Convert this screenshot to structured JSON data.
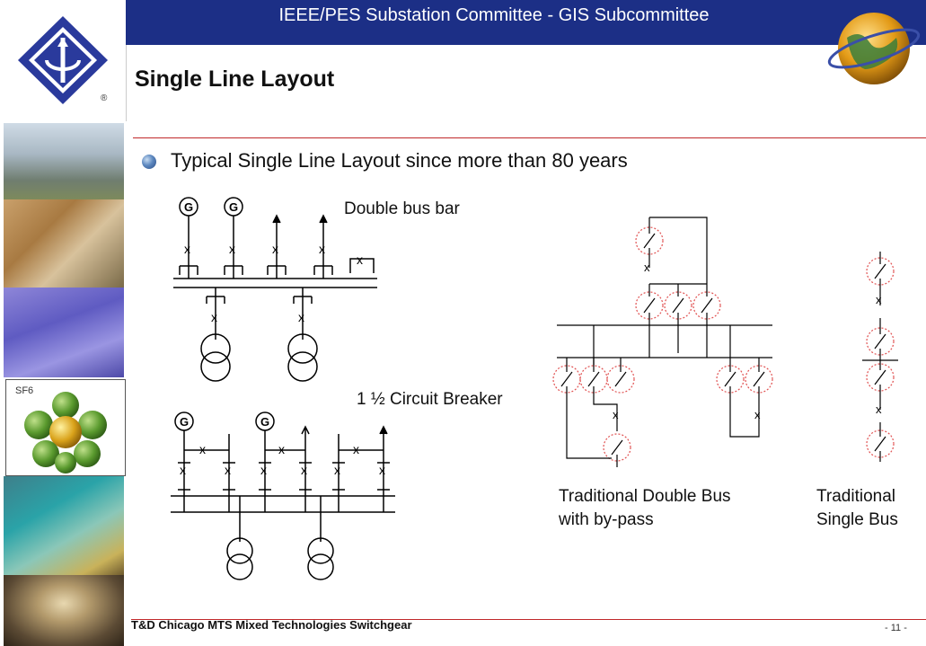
{
  "header": {
    "title": "IEEE/PES Substation Committee - GIS Subcommittee"
  },
  "slide": {
    "title": "Single Line Layout",
    "bullet": "Typical Single Line Layout since more than 80 years"
  },
  "diagrams": {
    "double_bus_bar_label": "Double bus bar",
    "breaker_and_half_label": "1 ½ Circuit Breaker",
    "traditional_double_bus_label_line1": "Traditional Double Bus",
    "traditional_double_bus_label_line2": "with by-pass",
    "traditional_single_bus_label_line1": "Traditional",
    "traditional_single_bus_label_line2": "Single Bus",
    "generator_symbol": "G",
    "breaker_symbol": "x"
  },
  "sidebar": {
    "sf6_label": "SF6"
  },
  "footer": {
    "text": "T&D Chicago MTS Mixed Technologies Switchgear",
    "page": "- 11 -"
  },
  "colors": {
    "header_band": "#1c2f86",
    "rule": "#c0282a",
    "logo": "#2a3a9c",
    "breaker_circle": "#e05050"
  }
}
